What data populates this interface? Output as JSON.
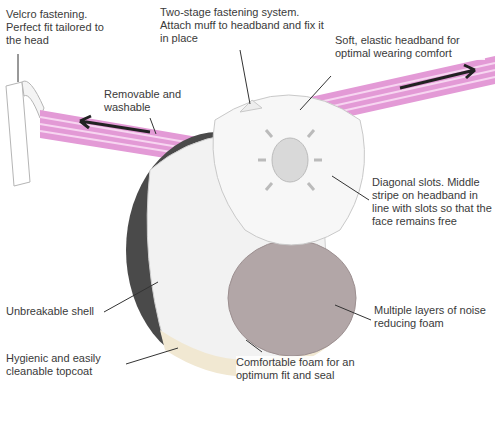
{
  "diagram": {
    "labels": [
      "Velcro fastening. Perfect fit tailored to the head",
      "Two-stage fastening system. Attach muff to headband and fix it in place",
      "Soft, elastic headband for optimal wearing comfort",
      "Removable and washable",
      "Diagonal slots. Middle stripe on headband in line with slots so that the face remains free",
      "Unbreakable shell",
      "Multiple layers of noise reducing foam",
      "Hygienic and easily cleanable topcoat",
      "Comfortable foam for an optimum fit and seal"
    ]
  }
}
